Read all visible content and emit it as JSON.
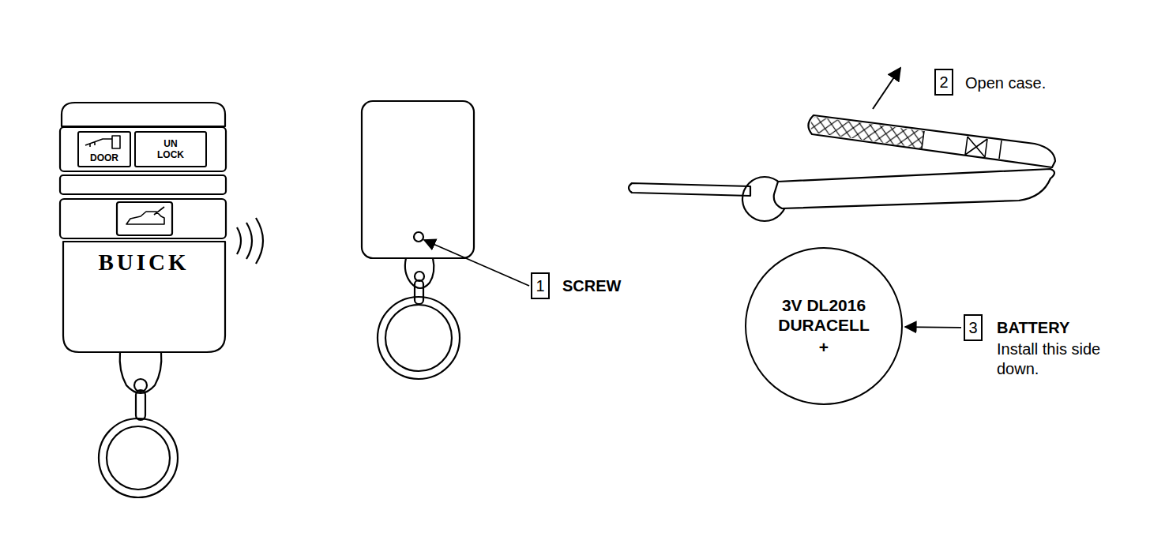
{
  "diagram": {
    "nodes": [
      {
        "text": [
          "DOOR"
        ]
      },
      {
        "text": [
          "UN LOCK"
        ]
      },
      {
        "text": [
          "1"
        ]
      },
      {
        "text": [
          "2"
        ]
      },
      {
        "text": [
          "3V DL2016 DURACELL",
          "+"
        ]
      },
      {
        "text": [
          "3"
        ]
      }
    ],
    "edges": [
      {
        "from": 5,
        "to": 4,
        "arrow": "to"
      }
    ],
    "labels": [
      "BUICK",
      "SCREW",
      "Open case.",
      "BATTERY",
      "Install this side down."
    ]
  }
}
